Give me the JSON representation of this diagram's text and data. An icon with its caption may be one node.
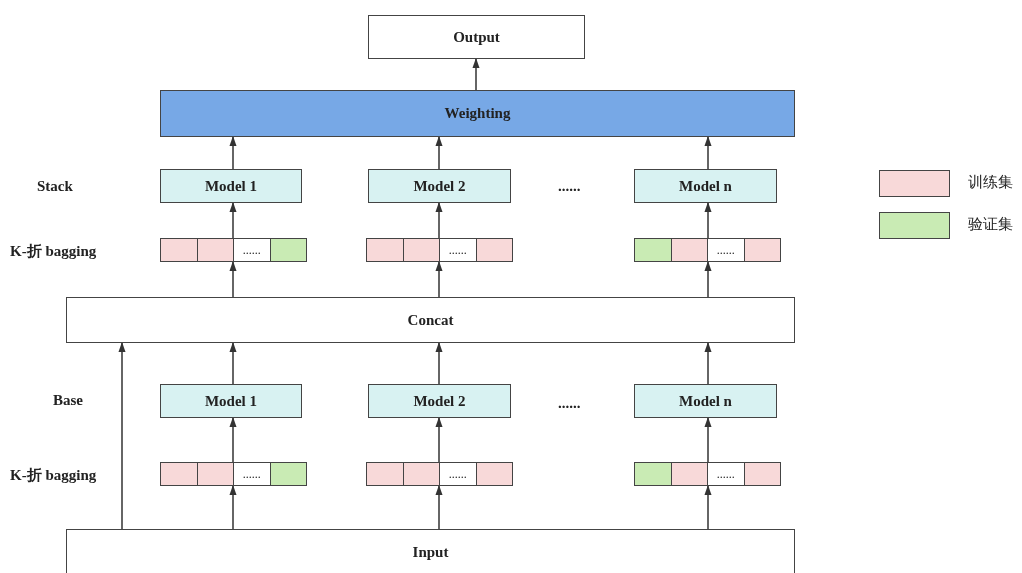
{
  "diagram": {
    "nodes": [
      {
        "text": [
          "Output"
        ]
      },
      {
        "text": [
          "Weighting"
        ]
      },
      {
        "text": [
          "Model 1"
        ]
      },
      {
        "text": [
          "Model 2"
        ]
      },
      {
        "text": [
          "Model n"
        ]
      },
      {
        "text": [
          "......"
        ]
      },
      {
        "text": [
          "......"
        ]
      },
      {
        "text": [
          "......"
        ]
      },
      {
        "text": [
          "Concat"
        ]
      },
      {
        "text": [
          "Model 1"
        ]
      },
      {
        "text": [
          "Model 2"
        ]
      },
      {
        "text": [
          "Model n"
        ]
      },
      {
        "text": [
          "......"
        ]
      },
      {
        "text": [
          "......"
        ]
      },
      {
        "text": [
          "......"
        ]
      },
      {
        "text": [
          "Input"
        ]
      }
    ],
    "edges": [
      {
        "from": 1,
        "to": 0,
        "arrow": "to"
      },
      {
        "from": 2,
        "to": 1,
        "arrow": "to"
      },
      {
        "from": 3,
        "to": 1,
        "arrow": "to"
      },
      {
        "from": 4,
        "to": 1,
        "arrow": "to"
      },
      {
        "from": 5,
        "to": 2,
        "arrow": "to"
      },
      {
        "from": 6,
        "to": 3,
        "arrow": "to"
      },
      {
        "from": 7,
        "to": 4,
        "arrow": "to"
      },
      {
        "from": 8,
        "to": 5,
        "arrow": "to"
      },
      {
        "from": 8,
        "to": 6,
        "arrow": "to"
      },
      {
        "from": 8,
        "to": 7,
        "arrow": "to"
      },
      {
        "from": 9,
        "to": 8,
        "arrow": "to"
      },
      {
        "from": 10,
        "to": 8,
        "arrow": "to"
      },
      {
        "from": 11,
        "to": 8,
        "arrow": "to"
      },
      {
        "from": 12,
        "to": 9,
        "arrow": "to"
      },
      {
        "from": 13,
        "to": 10,
        "arrow": "to"
      },
      {
        "from": 14,
        "to": 11,
        "arrow": "to"
      },
      {
        "from": 15,
        "to": 12,
        "arrow": "to"
      },
      {
        "from": 15,
        "to": 13,
        "arrow": "to"
      },
      {
        "from": 15,
        "to": 14,
        "arrow": "to"
      },
      {
        "from": 15,
        "to": 8,
        "arrow": "to"
      }
    ],
    "labels": [
      "Stack",
      "......",
      "K-折 bagging",
      "Base",
      "......",
      "K-折 bagging"
    ],
    "legend": [
      {
        "text": "训练集",
        "color": "#f8d9d9"
      },
      {
        "text": "验证集",
        "color": "#c9ebb4"
      }
    ]
  }
}
